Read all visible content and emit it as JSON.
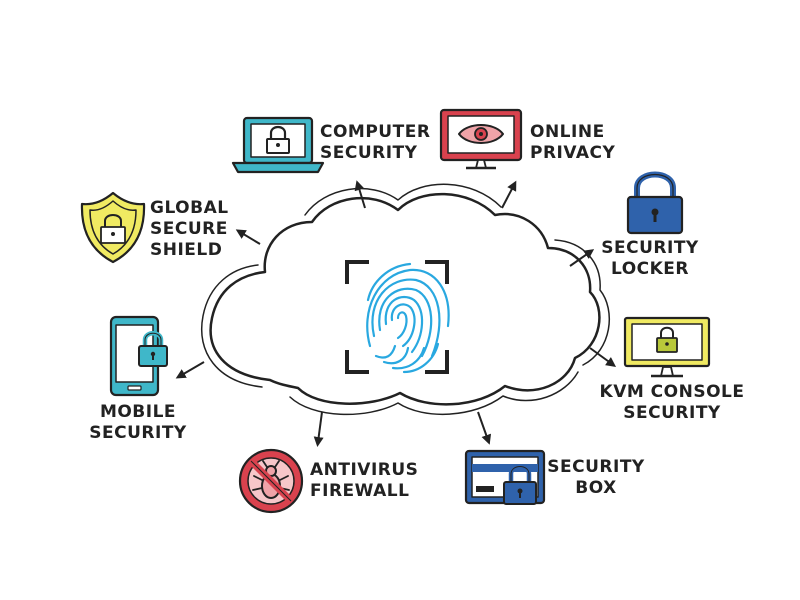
{
  "colors": {
    "ink": "#222222",
    "fingerprint": "#29a8e0",
    "teal": "#3fb7c9",
    "red": "#d9424e",
    "pink": "#f0a3a8",
    "blue": "#2f62ab",
    "yellow": "#f0ea62",
    "green": "#b8c83a"
  },
  "nodes": {
    "computer_security": {
      "line1": "COMPUTER",
      "line2": "SECURITY",
      "icon": "laptop-lock-icon"
    },
    "online_privacy": {
      "line1": "ONLINE",
      "line2": "PRIVACY",
      "icon": "monitor-eye-icon"
    },
    "security_locker": {
      "line1": "SECURITY",
      "line2": "LOCKER",
      "icon": "padlock-icon"
    },
    "kvm_console_security": {
      "line1": "KVM CONSOLE",
      "line2": "SECURITY",
      "icon": "monitor-lock-icon"
    },
    "security_box": {
      "line1": "SECURITY",
      "line2": "BOX",
      "icon": "card-lock-icon"
    },
    "antivirus_firewall": {
      "line1": "ANTIVIRUS",
      "line2": "FIREWALL",
      "icon": "no-bug-icon"
    },
    "mobile_security": {
      "line1": "MOBILE",
      "line2": "SECURITY",
      "icon": "phone-lock-icon"
    },
    "global_secure_shield": {
      "line1": "GLOBAL",
      "line2": "SECURE",
      "line3": "SHIELD",
      "icon": "shield-lock-icon"
    }
  },
  "center_icon": "fingerprint-icon"
}
